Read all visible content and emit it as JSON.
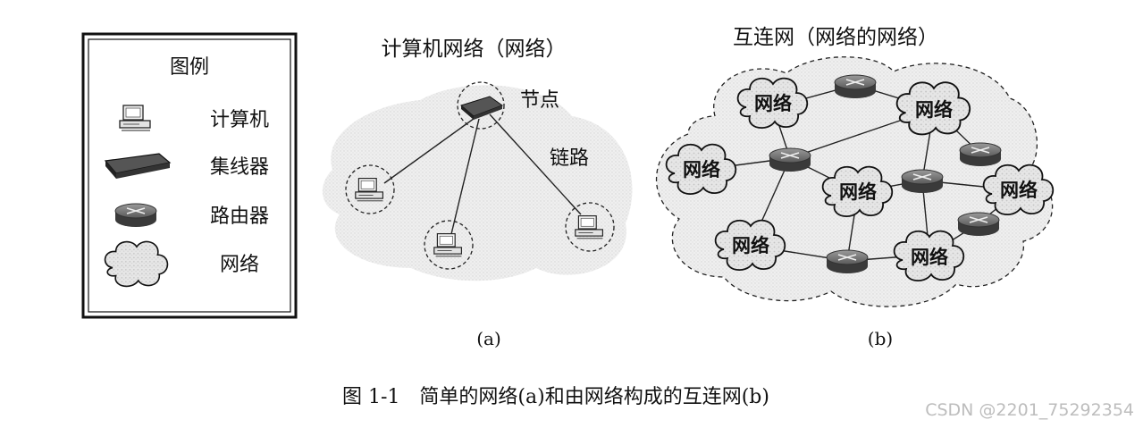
{
  "legend": {
    "title": "图例",
    "items": [
      {
        "icon": "computer-icon",
        "label": "计算机"
      },
      {
        "icon": "hub-icon",
        "label": "集线器"
      },
      {
        "icon": "router-icon",
        "label": "路由器"
      },
      {
        "icon": "cloud-icon",
        "label": "网络"
      }
    ]
  },
  "diagram_a": {
    "title": "计算机网络（网络）",
    "node_label": "节点",
    "link_label": "链路",
    "caption": "(a)"
  },
  "diagram_b": {
    "title": "互连网（网络的网络）",
    "network_label": "网络",
    "caption": "(b)"
  },
  "figure_caption": "图 1-1　简单的网络(a)和由网络构成的互连网(b)",
  "watermark": "CSDN @2201_75292354"
}
